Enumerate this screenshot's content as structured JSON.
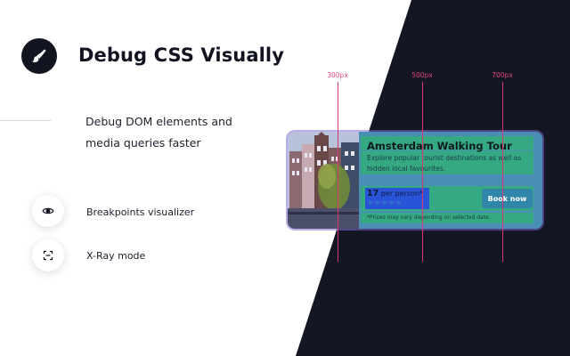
{
  "header": {
    "title": "Debug CSS Visually",
    "icon": "brush-icon"
  },
  "description": {
    "line1": "Debug DOM elements and",
    "line2": "media queries faster"
  },
  "features": [
    {
      "label": "Breakpoints visualizer",
      "icon": "eye-icon"
    },
    {
      "label": "X-Ray mode",
      "icon": "xray-frame-icon"
    }
  ],
  "breakpoints": [
    "300px",
    "500px",
    "700px"
  ],
  "card": {
    "title": "Amsterdam Walking Tour",
    "text": "Explore popular tourist destinations as well as hidden local favourites.",
    "price": "17",
    "price_suffix": " per person*",
    "rating_stars": 5,
    "button_label": "Book now",
    "note": "*Prices may vary depending on selected date."
  },
  "colors": {
    "dark_background": "#151623",
    "breakpoint_line": "#d9356f",
    "xray_overlay": "#2eb46e"
  }
}
